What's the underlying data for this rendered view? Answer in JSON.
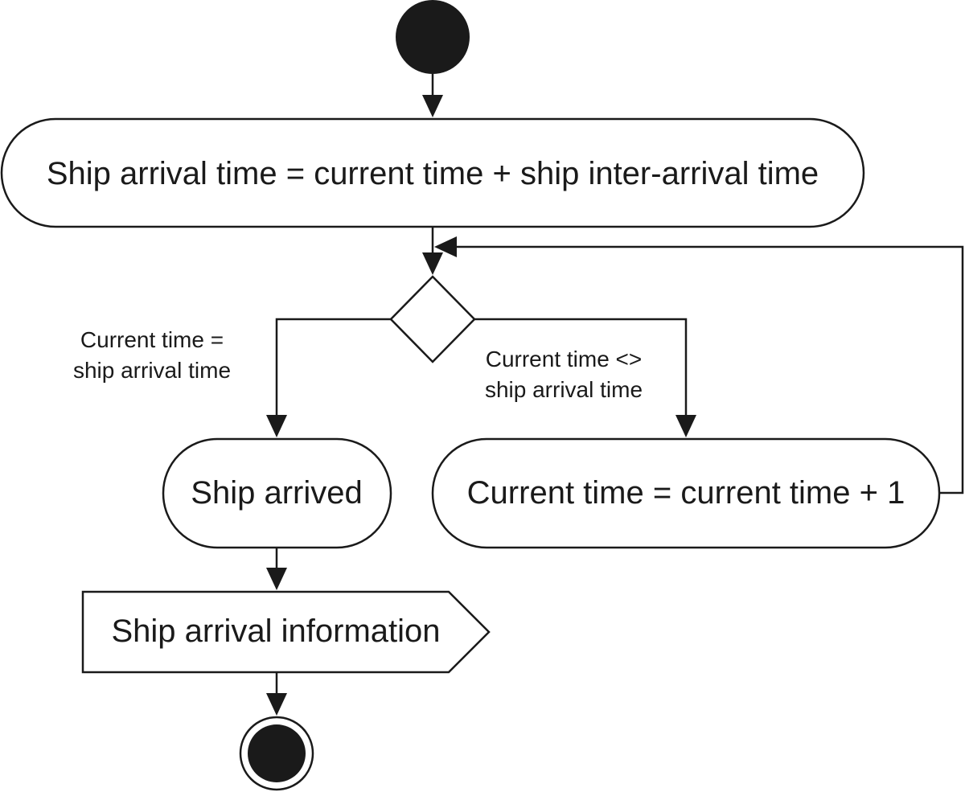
{
  "diagram": {
    "type": "uml-activity",
    "nodes": {
      "start": "",
      "compute_arrival": "Ship arrival time = current time + ship inter-arrival time",
      "decision": "",
      "ship_arrived": "Ship arrived",
      "increment_time": "Current time = current time + 1",
      "arrival_info": "Ship arrival information",
      "end": ""
    },
    "guards": {
      "equal_line1": "Current time =",
      "equal_line2": "ship arrival time",
      "not_equal_line1": "Current time <>",
      "not_equal_line2": "ship arrival time"
    },
    "colors": {
      "stroke": "#1a1a1a",
      "fill": "#ffffff"
    }
  }
}
